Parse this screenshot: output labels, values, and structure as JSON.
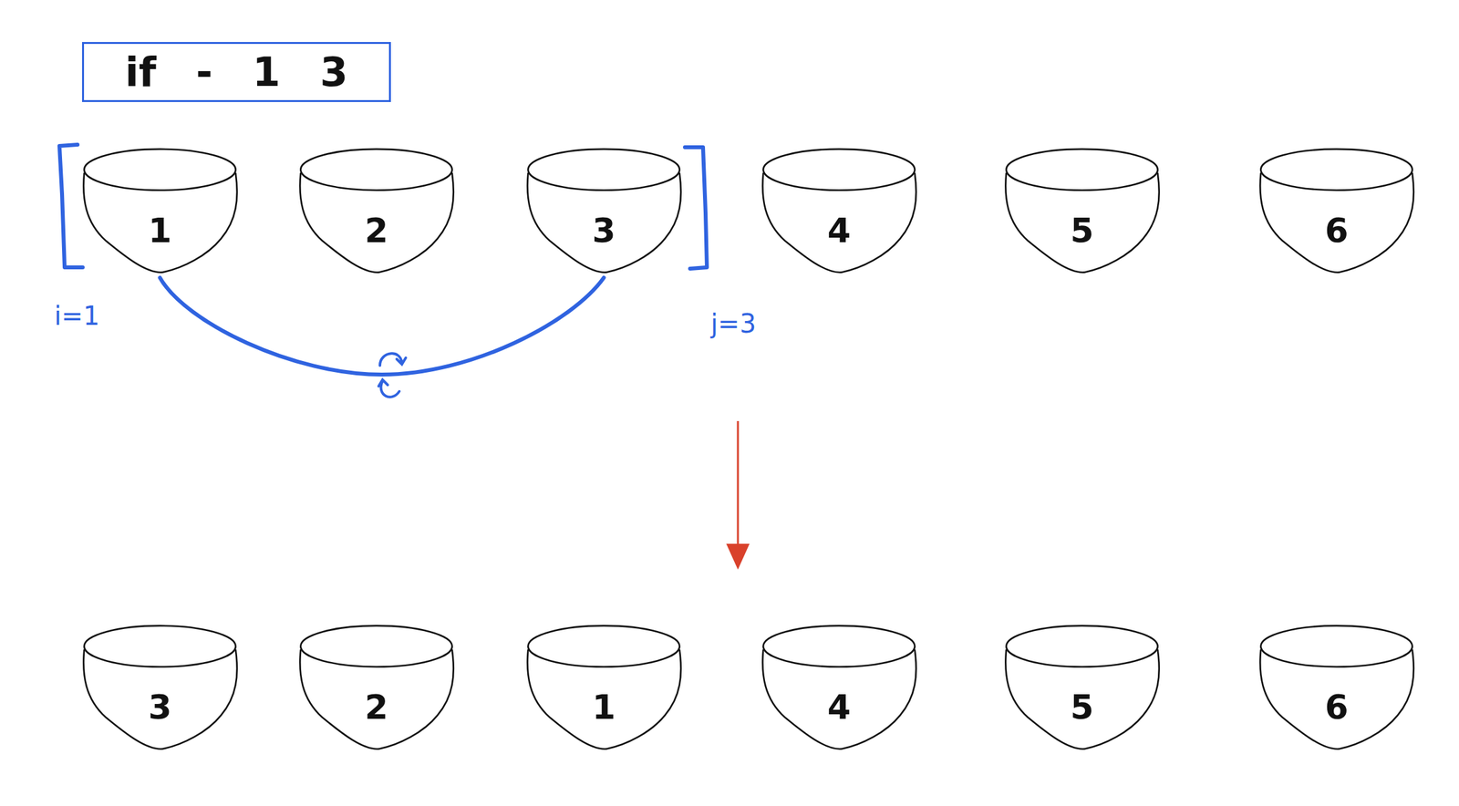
{
  "diagram": {
    "nodes": [
      {
        "text": [
          "if - 1 3"
        ]
      },
      {
        "text": [
          "1"
        ]
      },
      {
        "text": [
          "2"
        ]
      },
      {
        "text": [
          "3"
        ]
      },
      {
        "text": [
          "4"
        ]
      },
      {
        "text": [
          "5"
        ]
      },
      {
        "text": [
          "6"
        ]
      },
      {
        "text": [
          "3"
        ]
      },
      {
        "text": [
          "2"
        ]
      },
      {
        "text": [
          "1"
        ]
      },
      {
        "text": [
          "4"
        ]
      },
      {
        "text": [
          "5"
        ]
      },
      {
        "text": [
          "6"
        ]
      }
    ],
    "edges": [
      {
        "from": 1,
        "to": 3,
        "arrow": "none"
      }
    ],
    "labels": [
      "i=1",
      "j=3"
    ]
  }
}
